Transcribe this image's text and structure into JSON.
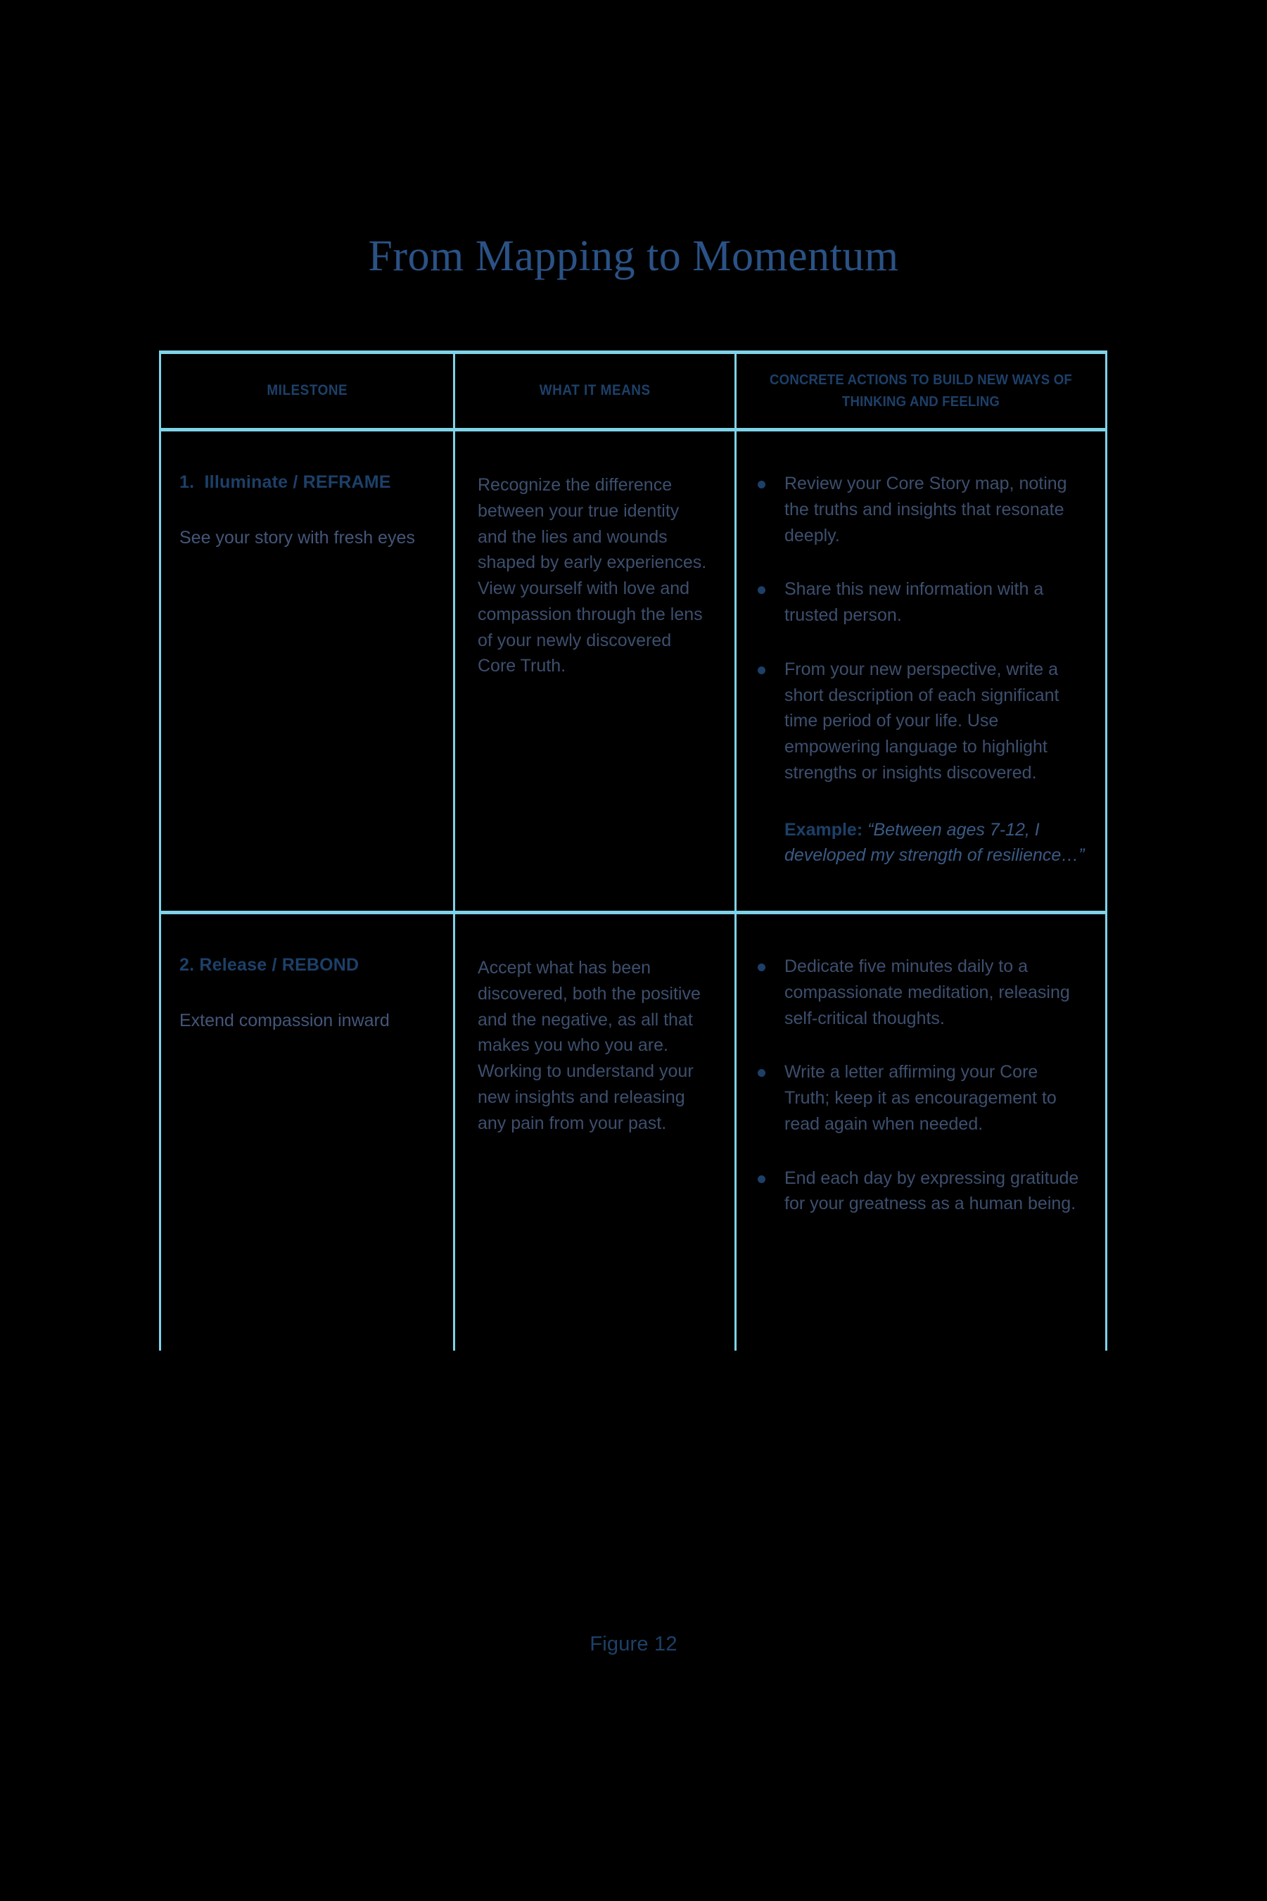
{
  "page": {
    "title": "From Mapping to Momentum",
    "figure_caption": "Figure 12",
    "background_color": "#000000",
    "border_color": "#7ed3e8",
    "title_color": "#2a5285",
    "heading_color": "#1d4069",
    "body_text_color": "#3d4f6e"
  },
  "table": {
    "headers": [
      "MILESTONE",
      "WHAT IT MEANS",
      "CONCRETE ACTIONS TO BUILD NEW WAYS OF THINKING AND FEELING"
    ],
    "rows": [
      {
        "milestone_title": "1.  Illuminate / REFRAME",
        "milestone_subtitle": "See your story with fresh eyes",
        "what_it_means": "Recognize the difference between your true identity and the lies and wounds shaped by early experiences. View yourself with love and compassion through the lens of your newly discovered Core Truth.",
        "actions": [
          "Review your Core Story map, noting the truths and insights that resonate deeply.",
          "Share this new information with a trusted person.",
          "From your new perspective, write a short description of each significant time period of your life. Use empowering language to highlight strengths or insights discovered."
        ],
        "example_label": "Example:",
        "example_quote": "“Between ages 7-12, I developed my strength of resilience…”"
      },
      {
        "milestone_title": "2. Release / REBOND",
        "milestone_subtitle": "Extend compassion inward",
        "what_it_means": "Accept what has been discovered, both the positive and the negative, as all that makes you who you are. Working to understand your new insights and releasing any pain from your past.",
        "actions": [
          "Dedicate five minutes daily to a compassionate meditation, releasing self-critical thoughts.",
          "Write a letter affirming your Core Truth; keep it as encouragement to read again when needed.",
          "End each day by expressing gratitude for your greatness as a human being."
        ],
        "example_label": "",
        "example_quote": ""
      }
    ]
  }
}
